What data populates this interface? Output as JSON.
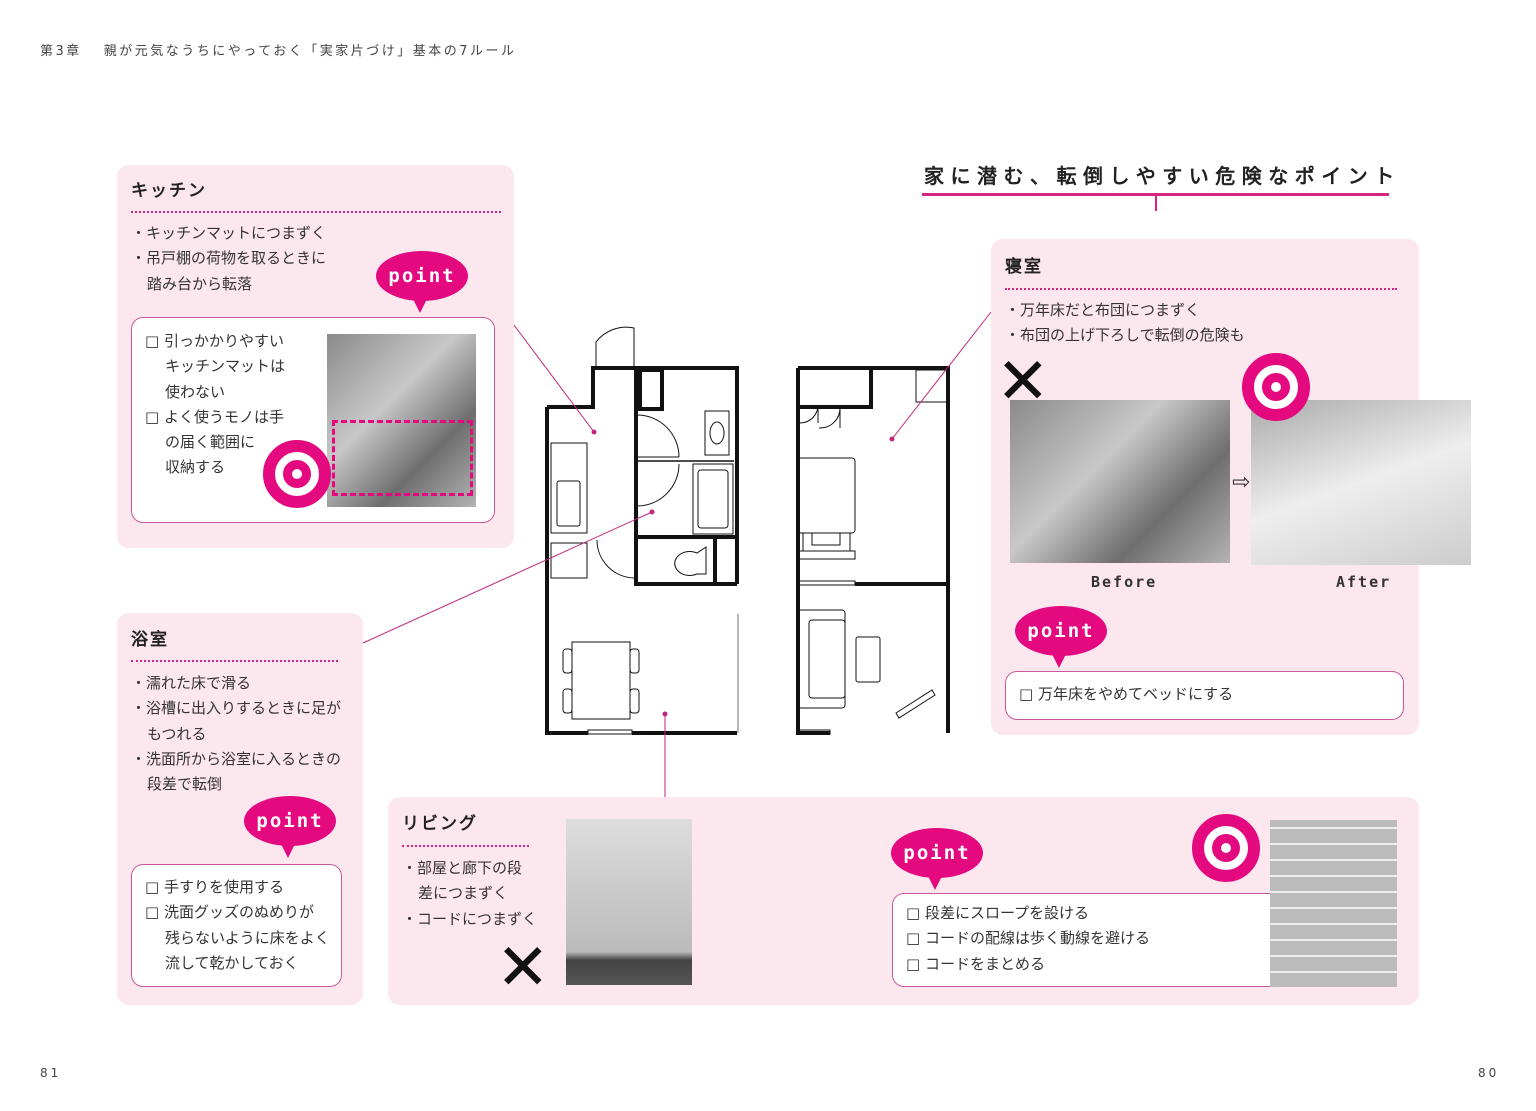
{
  "header": {
    "chapter": "第3章",
    "title": "親が元気なうちにやっておく「実家片づけ」基本の7ルール"
  },
  "main_title": "家に潜む、転倒しやすい危険なポイント",
  "point_label": "point",
  "colors": {
    "accent": "#e4097f",
    "card_bg": "#fde7ef",
    "line": "#d4267f"
  },
  "kitchen": {
    "title": "キッチン",
    "hazards": [
      "キッチンマットにつまずく",
      "吊戸棚の荷物を取るときに",
      "踏み台から転落"
    ],
    "checks": [
      "引っかかりやすい",
      "キッチンマットは",
      "使わない",
      "よく使うモノは手",
      "の届く範囲に",
      "収納する"
    ]
  },
  "bathroom": {
    "title": "浴室",
    "hazards": [
      "濡れた床で滑る",
      "浴槽に出入りするときに足が",
      "もつれる",
      "洗面所から浴室に入るときの",
      "段差で転倒"
    ],
    "checks": [
      "手すりを使用する",
      "洗面グッズのぬめりが",
      "残らないように床をよく",
      "流して乾かしておく"
    ]
  },
  "bedroom": {
    "title": "寝室",
    "hazards": [
      "万年床だと布団につまずく",
      "布団の上げ下ろしで転倒の危険も"
    ],
    "before_label": "Before",
    "after_label": "After",
    "checks": [
      "万年床をやめてベッドにする"
    ]
  },
  "living": {
    "title": "リビング",
    "hazards": [
      "部屋と廊下の段",
      "差につまずく",
      "コードにつまずく"
    ],
    "checks": [
      "段差にスロープを設ける",
      "コードの配線は歩く動線を避ける",
      "コードをまとめる"
    ]
  },
  "icons": {
    "bad": "x-mark-icon",
    "good": "double-circle-icon",
    "arrow": "arrow-right-icon",
    "checkbox": "checkbox-icon"
  },
  "page_numbers": {
    "left": "81",
    "right": "80"
  }
}
